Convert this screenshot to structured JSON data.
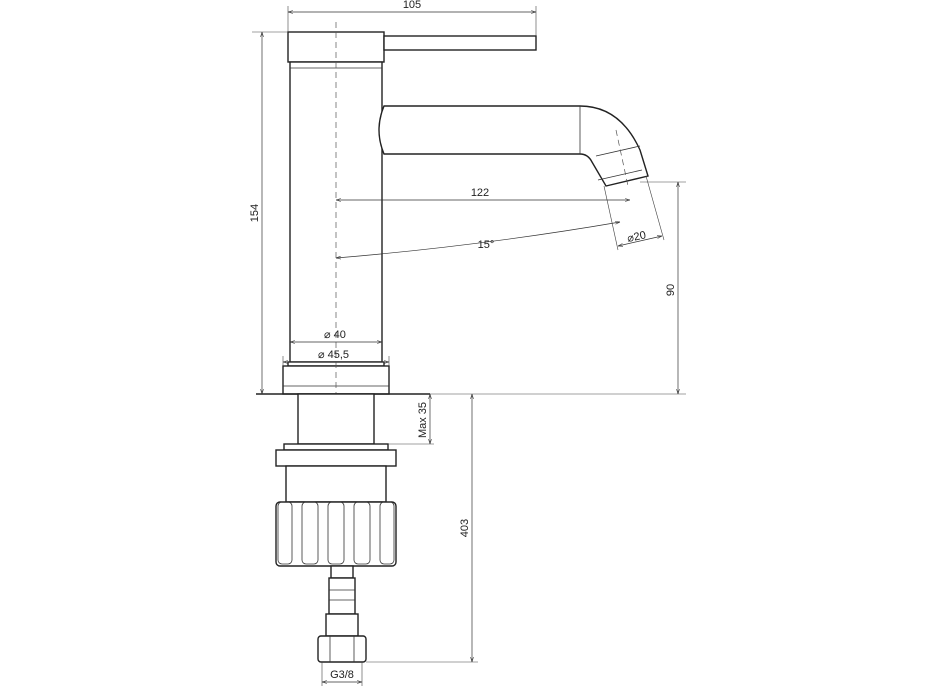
{
  "drawing": {
    "dim_width_total": "105",
    "dim_height_total": "154",
    "dim_spout_reach": "122",
    "dim_spout_angle": "15°",
    "dim_outlet_dia": "20",
    "dim_outlet_height": "90",
    "dim_body_dia": "40",
    "dim_base_dia": "45,5",
    "dim_max_thickness": "Max 35",
    "dim_hose_length": "403",
    "thread_label": "G3/8",
    "diameter_symbol": "⌀"
  },
  "colors": {
    "line": "#222222",
    "background": "#ffffff"
  }
}
